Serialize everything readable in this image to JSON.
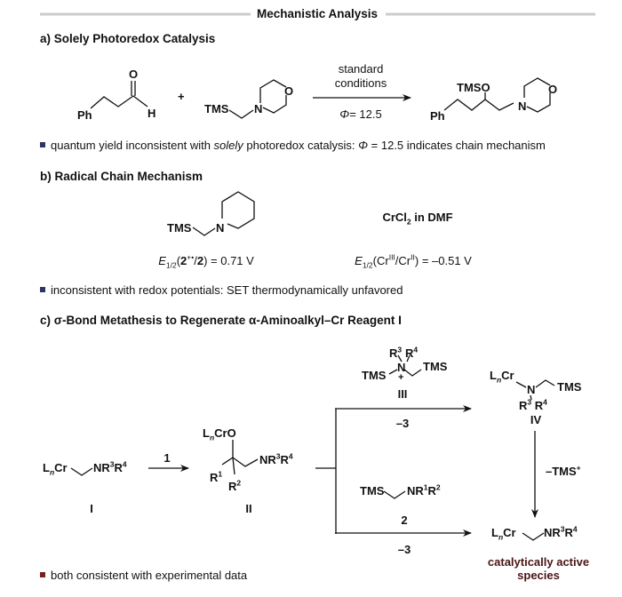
{
  "header": {
    "title": "Mechanistic Analysis"
  },
  "section_a": {
    "heading": "a) Solely Photoredox Catalysis",
    "aldehyde": {
      "ph": "Ph",
      "o": "O",
      "h": "H"
    },
    "plus": "+",
    "amine": {
      "tms": "TMS",
      "n": "N",
      "o": "O"
    },
    "conditions": {
      "line1": "standard",
      "line2": "conditions",
      "phi": "Φ",
      "phi_value": "= 12.5"
    },
    "product": {
      "tmso": "TMSO",
      "ph": "Ph",
      "n": "N",
      "o": "O"
    },
    "note": {
      "p1": "quantum yield inconsistent with ",
      "italic": "solely",
      "p2": " photoredox catalysis: ",
      "phi": "Φ",
      "p3": " = 12.5 indicates chain mechanism"
    }
  },
  "section_b": {
    "heading": "b) Radical Chain Mechanism",
    "amine": {
      "tms": "TMS",
      "n": "N"
    },
    "potential1": {
      "e": "E",
      "sub": "1/2",
      "open": "(",
      "cmpd": "2",
      "sup": "+•",
      "slash": "/",
      "cmpd2": "2",
      "rest": ") = 0.71 V"
    },
    "reagent": {
      "main": "CrCl",
      "sub": "2",
      "rest": " in DMF"
    },
    "potential2": {
      "e": "E",
      "sub": "1/2",
      "a": "(Cr",
      "supa": "III",
      "b": "/Cr",
      "supb": "II",
      "c": ") = –0.51 V"
    },
    "note": "inconsistent with redox potentials: SET thermodynamically unfavored"
  },
  "section_c": {
    "heading": "c) σ-Bond Metathesis to Regenerate α-Aminoalkyl–Cr Reagent I",
    "cmpd_I": {
      "l": "L",
      "n": "n",
      "cr": "Cr",
      "nr": "NR",
      "s3": "3",
      "r": "R",
      "s4": "4",
      "label": "I"
    },
    "arrow1_label": "1",
    "cmpd_II": {
      "l": "L",
      "n": "n",
      "cro": "CrO",
      "r1": "R",
      "s1": "1",
      "r2": "R",
      "s2": "2",
      "nr": "NR",
      "s3": "3",
      "r": "R",
      "s4": "4",
      "label": "II"
    },
    "cmpd_III": {
      "r3": "R",
      "s3": "3",
      "r4": "R",
      "s4": "4",
      "n": "N",
      "plus": "+",
      "tms1": "TMS",
      "tms2": "TMS",
      "label": "III"
    },
    "top_arrow_label": "–3",
    "cmpd_2": {
      "tms": "TMS",
      "nr": "NR",
      "s1": "1",
      "r": "R",
      "s2": "2",
      "label": "2"
    },
    "bottom_arrow_label": "–3",
    "cmpd_IV": {
      "l": "L",
      "n": "n",
      "cr": "Cr",
      "nn": "N",
      "tms": "TMS",
      "r3": "R",
      "s3": "3",
      "r4": "R",
      "s4": "4",
      "label": "IV"
    },
    "down_arrow_label": {
      "text": "–TMS",
      "sup": "+"
    },
    "active": {
      "l": "L",
      "n": "n",
      "cr": "Cr",
      "nr": "NR",
      "s3": "3",
      "r": "R",
      "s4": "4",
      "line1": "catalytically active",
      "line2": "species"
    },
    "note": "both consistent with experimental data"
  },
  "colors": {
    "bullet_navy": "#2d3566",
    "bullet_red": "#7a1f1f",
    "active_species": "#4a1414"
  }
}
